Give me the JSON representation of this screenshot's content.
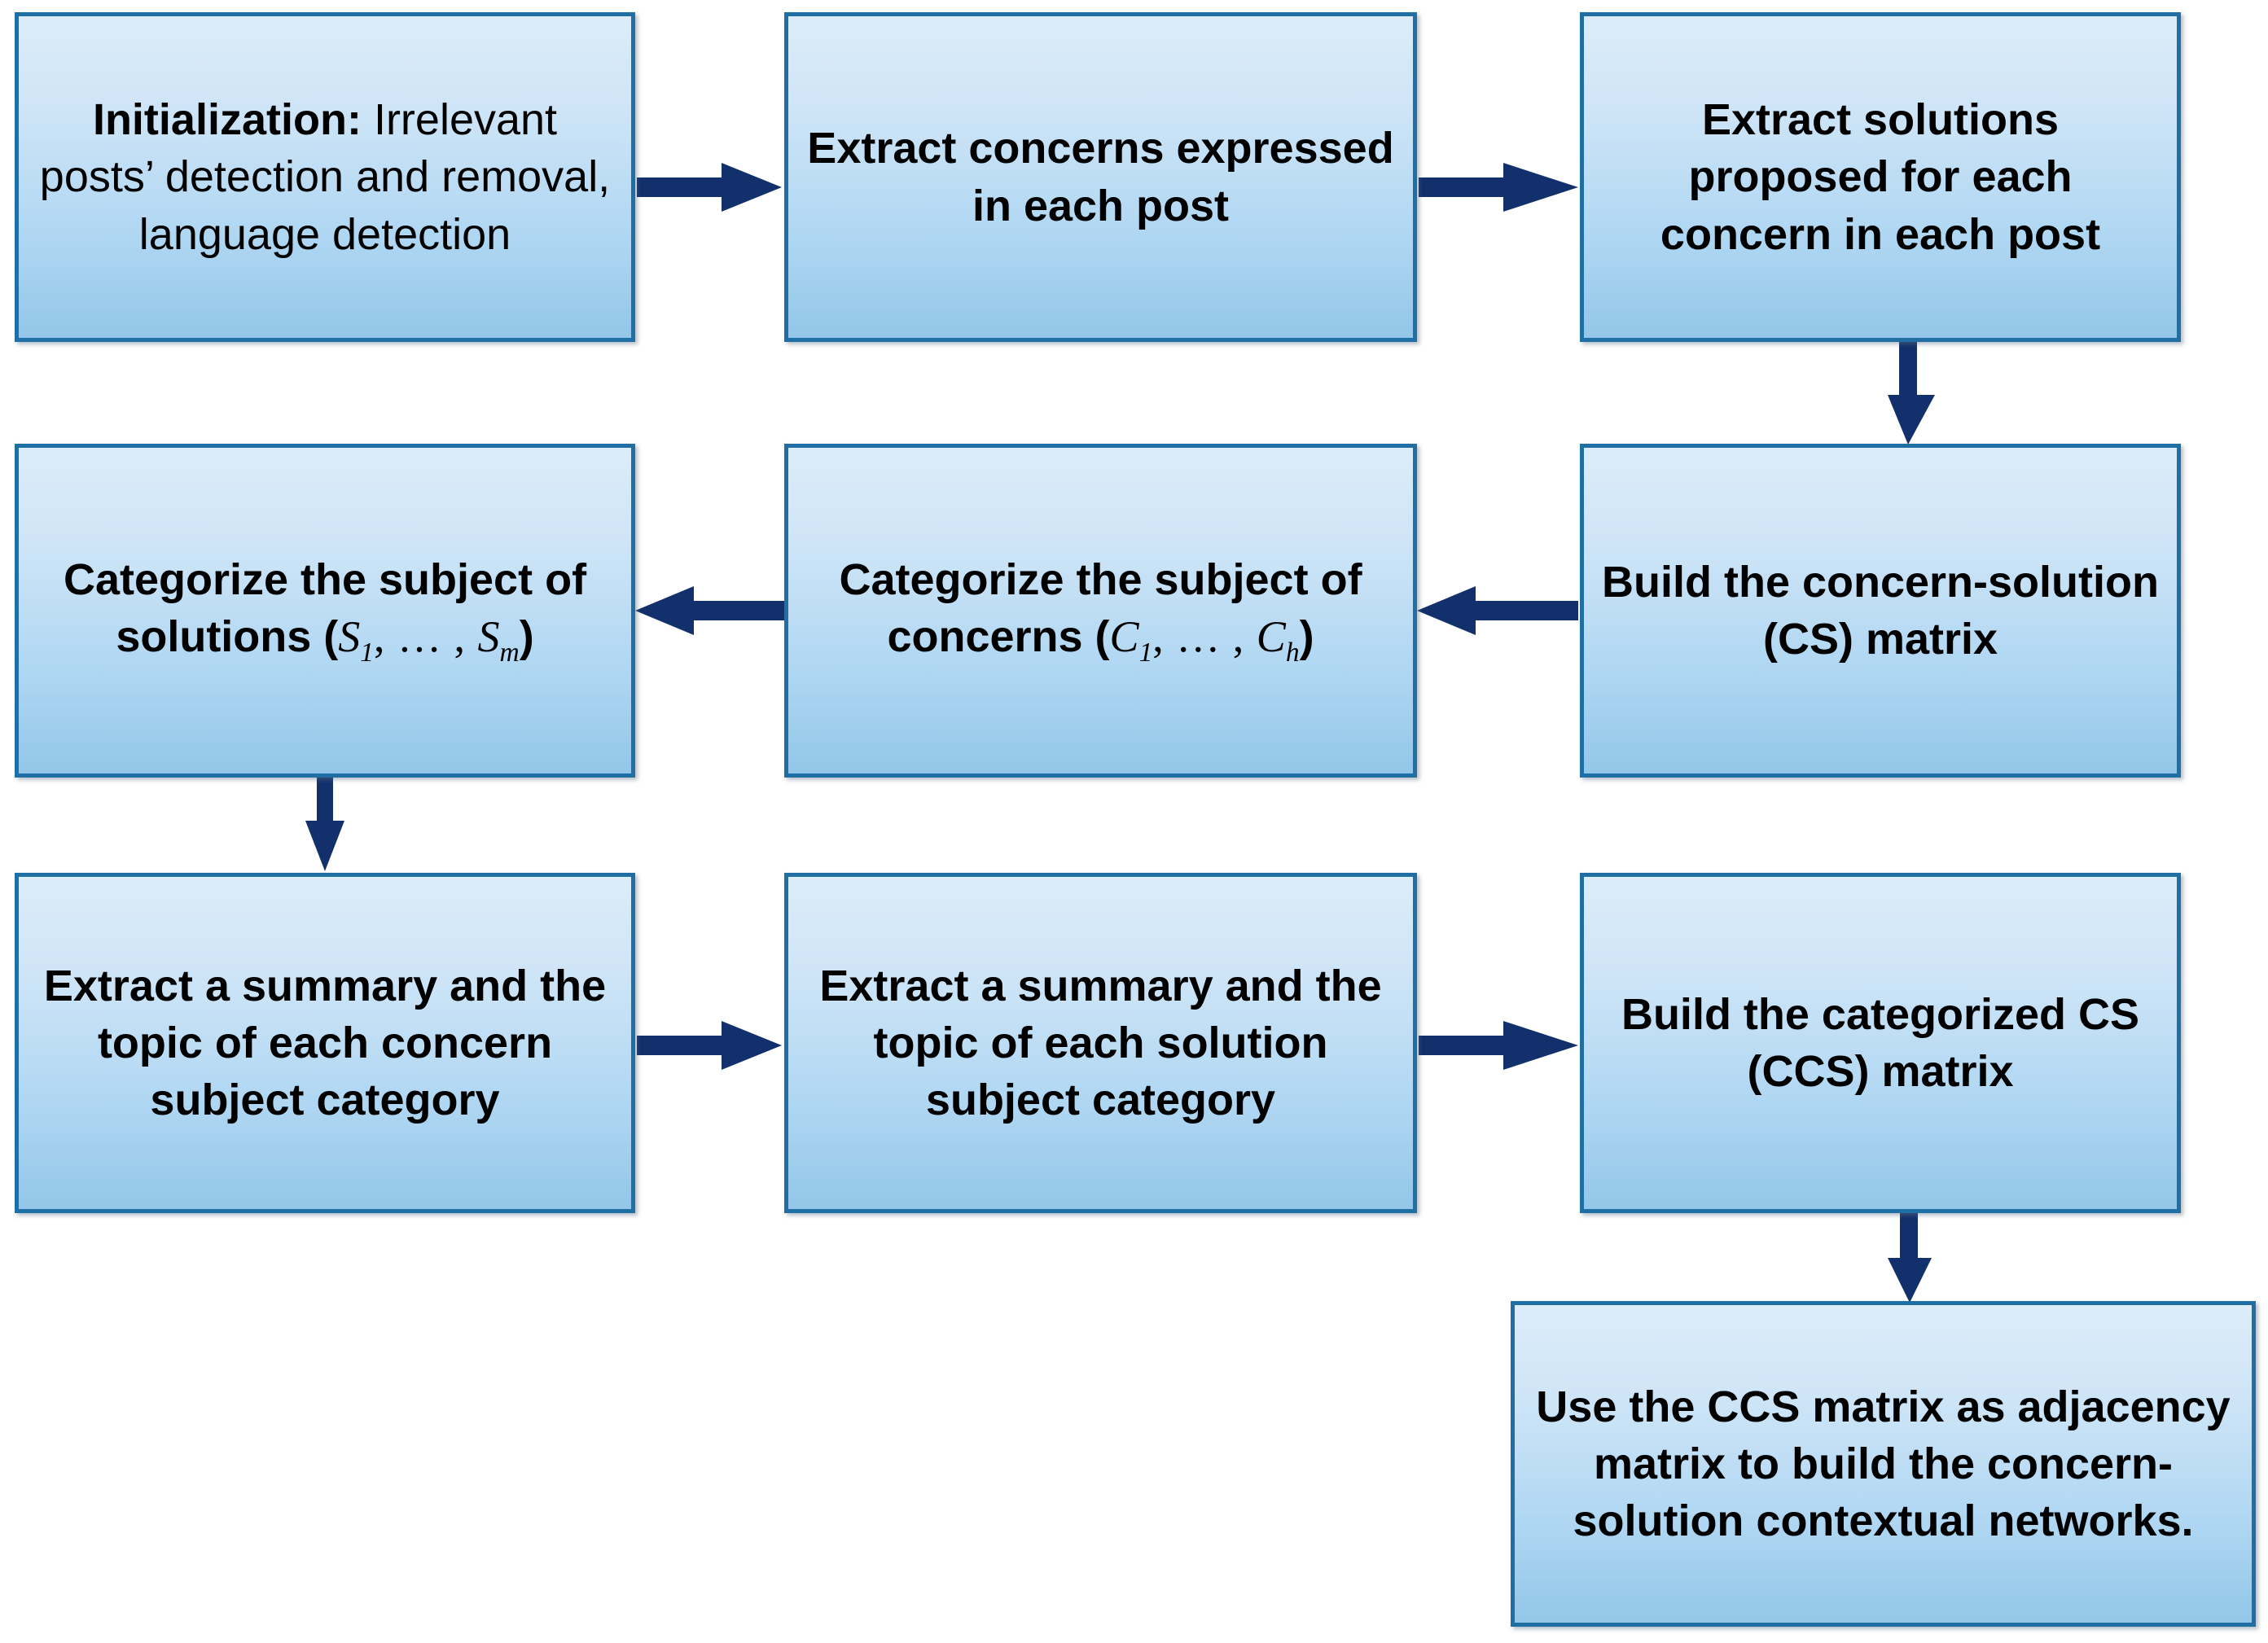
{
  "diagram": {
    "title": "Concern-solution contextual network construction pipeline",
    "colors": {
      "box_border": "#1F6FA4",
      "box_fill_top": "#DCECF9",
      "box_fill_bottom": "#93C6E8",
      "arrow": "#12306B",
      "text": "#000000",
      "background": "#FFFFFF"
    },
    "nodes": [
      {
        "id": "n1",
        "lead": "Initialization:",
        "rest": " Irrelevant posts’ detection and removal, language detection"
      },
      {
        "id": "n2",
        "text": "Extract concerns expressed in each post"
      },
      {
        "id": "n3",
        "text": "Extract solutions proposed for each concern in each post"
      },
      {
        "id": "n4",
        "text_before": "Categorize the subject of solutions (",
        "symbol": "S",
        "sub1": "1",
        "separator": ", … , ",
        "sub2": "m",
        "text_after": ")"
      },
      {
        "id": "n5",
        "text_before": "Categorize the subject of concerns (",
        "symbol": "C",
        "sub1": "1",
        "separator": ", … , ",
        "sub2": "h",
        "text_after": ")"
      },
      {
        "id": "n6",
        "text": "Build the concern-solution (CS) matrix"
      },
      {
        "id": "n7",
        "text": "Extract a summary and the topic of each concern subject category"
      },
      {
        "id": "n8",
        "text": "Extract a summary and the topic of each solution subject category"
      },
      {
        "id": "n9",
        "text": "Build the categorized CS (CCS) matrix"
      },
      {
        "id": "n10",
        "text": "Use the CCS matrix as adjacency matrix to build the concern-solution contextual networks."
      }
    ],
    "edges": [
      {
        "from": "n1",
        "to": "n2",
        "direction": "right"
      },
      {
        "from": "n2",
        "to": "n3",
        "direction": "right"
      },
      {
        "from": "n3",
        "to": "n6",
        "direction": "down"
      },
      {
        "from": "n6",
        "to": "n5",
        "direction": "left"
      },
      {
        "from": "n5",
        "to": "n4",
        "direction": "left"
      },
      {
        "from": "n4",
        "to": "n7",
        "direction": "down"
      },
      {
        "from": "n7",
        "to": "n8",
        "direction": "right"
      },
      {
        "from": "n8",
        "to": "n9",
        "direction": "right"
      },
      {
        "from": "n9",
        "to": "n10",
        "direction": "down"
      }
    ]
  }
}
